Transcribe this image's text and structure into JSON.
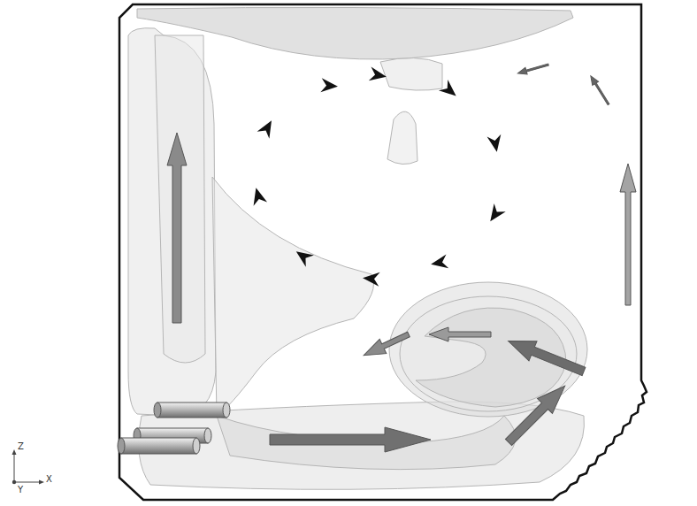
{
  "diagram": {
    "labels": [
      "Z",
      "Y",
      "X"
    ]
  }
}
